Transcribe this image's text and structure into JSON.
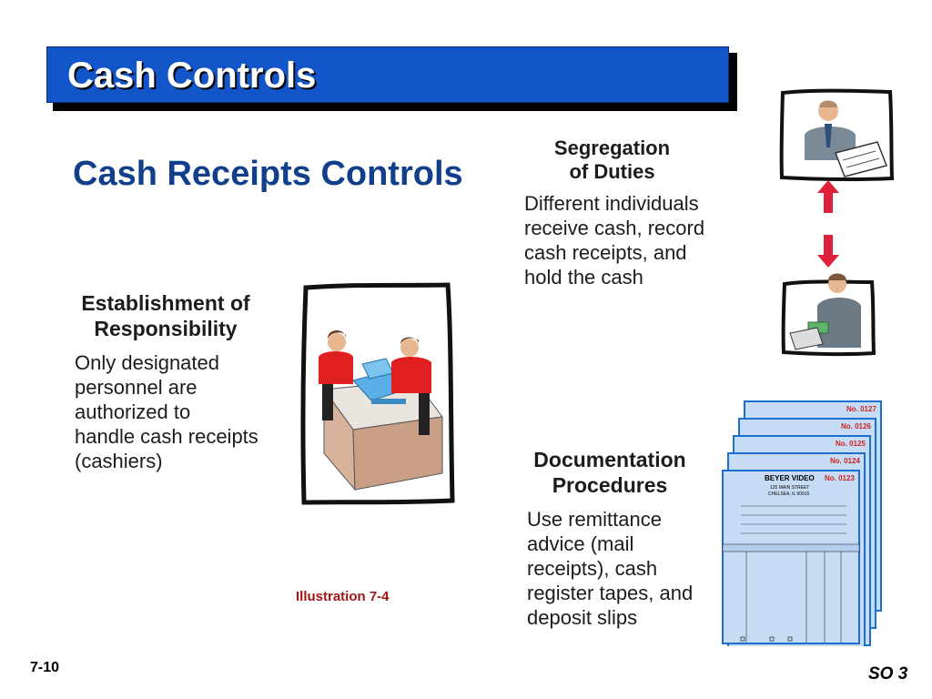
{
  "header": {
    "title": "Cash Controls"
  },
  "subtitle": "Cash Receipts Controls",
  "establishment": {
    "heading": "Establishment of\nResponsibility",
    "body": "Only designated\npersonnel are\nauthorized to\nhandle cash receipts\n(cashiers)"
  },
  "segregation": {
    "heading": "Segregation\nof Duties",
    "body": "Different individuals\nreceive cash, record\ncash receipts, and\nhold the cash"
  },
  "documentation": {
    "heading": "Documentation\nProcedures",
    "body": "Use remittance\nadvice (mail\nreceipts), cash\nregister tapes, and\ndeposit slips"
  },
  "illustration_caption": "Illustration 7-4",
  "footer": {
    "page": "7-10",
    "objective": "SO 3"
  },
  "invoices": {
    "numbers": [
      "No. 0127",
      "No. 0126",
      "No. 0125",
      "No. 0124",
      "No. 0123"
    ],
    "company": "BEYER VIDEO",
    "address1": "125 MAIN STREET",
    "address2": "CHELSEA, IL 60915"
  },
  "colors": {
    "title_bar": "#1155c8",
    "subtitle": "#123f8c",
    "caption": "#a31515",
    "arrow": "#e0203a",
    "invoice": "#c6dcf4"
  }
}
